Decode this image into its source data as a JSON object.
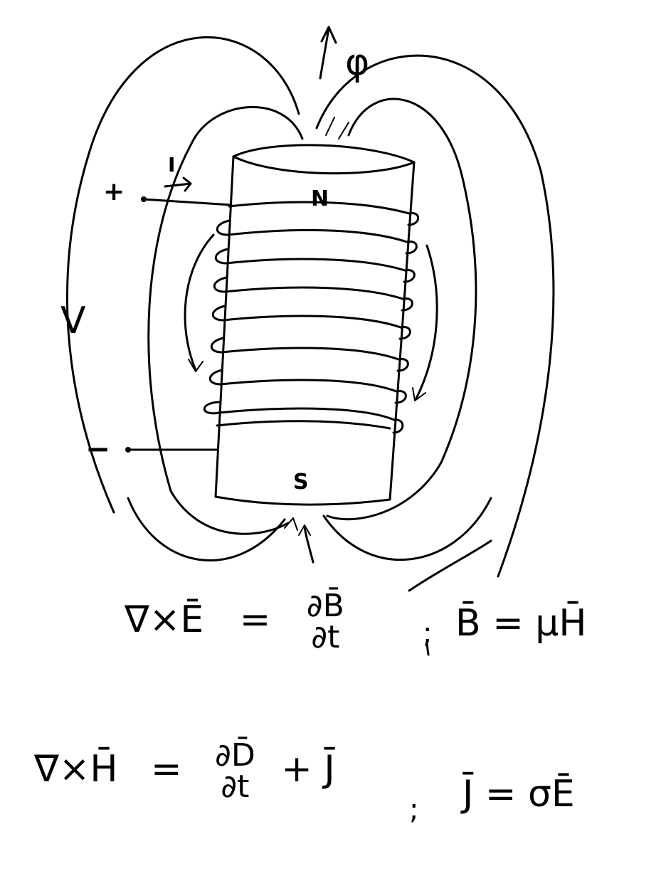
{
  "labels": {
    "flux": "φ",
    "current": "I",
    "plus": "+",
    "minus": "−",
    "voltage": "V",
    "north": "N",
    "south": "S"
  },
  "equations": {
    "faraday": {
      "lhs": "∇×Ē",
      "eq": "=",
      "num": "∂B̄",
      "den": "∂t"
    },
    "sep1": ";",
    "constitutive_b": "B̄ = μH̄",
    "ampere": {
      "lhs": "∇×H̄",
      "eq": "=",
      "num": "∂D̄",
      "den": "∂t",
      "plus": "+ J̄"
    },
    "sep2": ";",
    "constitutive_j": "J̄ = σĒ"
  }
}
